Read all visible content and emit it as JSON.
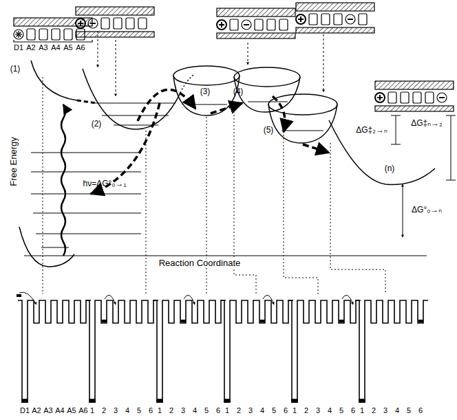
{
  "diagram": {
    "labels": [
      "D1",
      "A2",
      "A3",
      "A4",
      "A5",
      "A6",
      "(1)",
      "(2)",
      "(3)",
      "(4)",
      "(5)",
      "(n)",
      "hν=ΔG°₀→₁",
      "ΔG‡₂→ₙ",
      "ΔG‡ₙ→₂",
      "ΔG°₀→ₙ",
      "Free Energy",
      "Reaction Coordinate",
      "D1",
      "A2",
      "A3",
      "A4",
      "A5",
      "A6",
      "1",
      "2",
      "3",
      "4",
      "5",
      "6",
      "1",
      "2",
      "3",
      "4",
      "5",
      "6",
      "1",
      "2",
      "3",
      "4",
      "5",
      "6",
      "1",
      "2",
      "3",
      "4",
      "5",
      "6",
      "1",
      "2",
      "3",
      "4",
      "5",
      "6"
    ]
  }
}
